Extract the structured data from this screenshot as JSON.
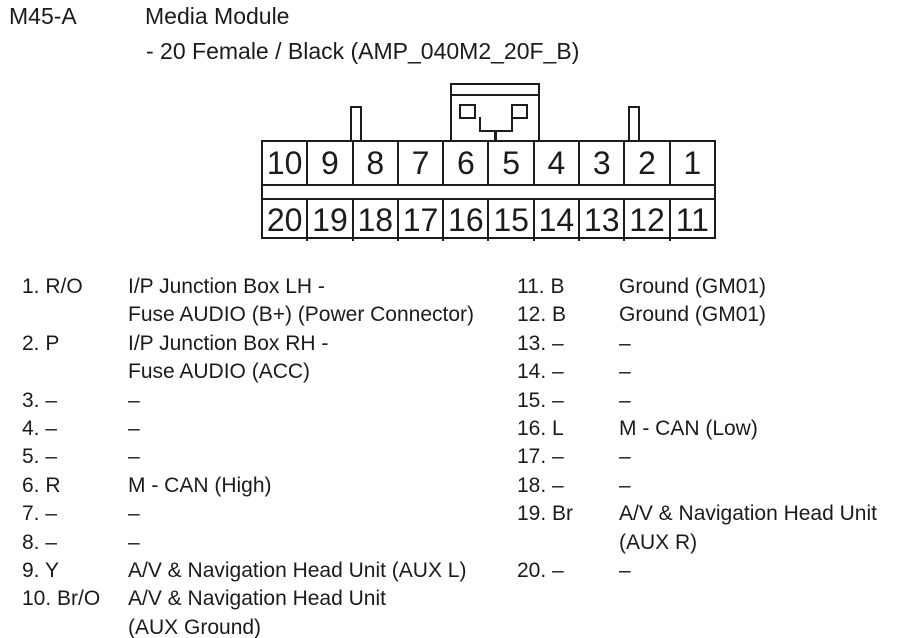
{
  "page": {
    "background": "#ffffff",
    "ink_color": "#1c1c1c"
  },
  "header": {
    "connector_code": "M45-A",
    "module_name": "Media Module",
    "connector_spec": "- 20 Female / Black (AMP_040M2_20F_B)"
  },
  "connector": {
    "top_row": [
      "10",
      "9",
      "8",
      "7",
      "6",
      "5",
      "4",
      "3",
      "2",
      "1"
    ],
    "bottom_row": [
      "20",
      "19",
      "18",
      "17",
      "16",
      "15",
      "14",
      "13",
      "12",
      "11"
    ]
  },
  "pins": {
    "left": [
      {
        "num": "1.",
        "color": "R/O",
        "desc": [
          "I/P Junction Box LH -",
          "Fuse AUDIO (B+) (Power Connector)"
        ]
      },
      {
        "num": "2.",
        "color": "P",
        "desc": [
          "I/P Junction Box RH -",
          "Fuse AUDIO (ACC)"
        ]
      },
      {
        "num": "3.",
        "color": "–",
        "desc": [
          "–"
        ]
      },
      {
        "num": "4.",
        "color": "–",
        "desc": [
          "–"
        ]
      },
      {
        "num": "5.",
        "color": "–",
        "desc": [
          "–"
        ]
      },
      {
        "num": "6.",
        "color": "R",
        "desc": [
          "M - CAN (High)"
        ]
      },
      {
        "num": "7.",
        "color": "–",
        "desc": [
          "–"
        ]
      },
      {
        "num": "8.",
        "color": "–",
        "desc": [
          "–"
        ]
      },
      {
        "num": "9.",
        "color": "Y",
        "desc": [
          "A/V & Navigation Head Unit (AUX L)"
        ]
      },
      {
        "num": "10.",
        "color": "Br/O",
        "desc": [
          "A/V & Navigation Head Unit",
          "(AUX Ground)"
        ]
      }
    ],
    "right": [
      {
        "num": "11.",
        "color": "B",
        "desc": [
          "Ground (GM01)"
        ]
      },
      {
        "num": "12.",
        "color": "B",
        "desc": [
          "Ground (GM01)"
        ]
      },
      {
        "num": "13.",
        "color": "–",
        "desc": [
          "–"
        ]
      },
      {
        "num": "14.",
        "color": "–",
        "desc": [
          "–"
        ]
      },
      {
        "num": "15.",
        "color": "–",
        "desc": [
          "–"
        ]
      },
      {
        "num": "16.",
        "color": "L",
        "desc": [
          "M - CAN (Low)"
        ]
      },
      {
        "num": "17.",
        "color": "–",
        "desc": [
          "–"
        ]
      },
      {
        "num": "18.",
        "color": "–",
        "desc": [
          "–"
        ]
      },
      {
        "num": "19.",
        "color": "Br",
        "desc": [
          "A/V & Navigation Head Unit",
          "(AUX R)"
        ]
      },
      {
        "num": "20.",
        "color": "–",
        "desc": [
          "–"
        ]
      }
    ]
  }
}
